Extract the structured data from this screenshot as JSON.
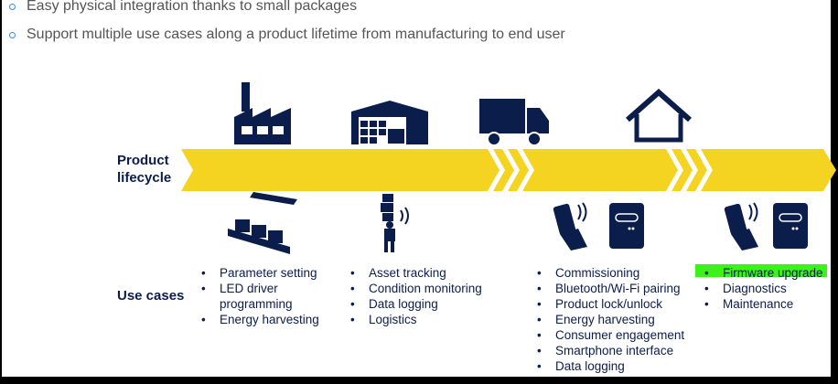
{
  "bullets": [
    "Easy physical integration thanks to small packages",
    "Support multiple use cases along a product lifetime from manufacturing to end user"
  ],
  "lifecycle_label": [
    "Product",
    "lifecycle"
  ],
  "use_cases_label": "Use cases",
  "columns": [
    {
      "stage_icon": "factory-icon",
      "use_icon": "conveyor-icon",
      "items": [
        "Parameter setting",
        "LED driver programming",
        "Energy harvesting"
      ]
    },
    {
      "stage_icon": "warehouse-icon",
      "use_icon": "worker-carrying-boxes-icon",
      "items": [
        "Asset tracking",
        "Condition monitoring",
        "Data logging",
        "Logistics"
      ]
    },
    {
      "stage_icon": "truck-icon",
      "use_icon": "smartphone-device-icon",
      "items": [
        "Commissioning",
        "Bluetooth/Wi-Fi pairing",
        "Product lock/unlock",
        "Energy harvesting",
        "Consumer engagement",
        "Smartphone interface",
        "Data logging"
      ]
    },
    {
      "stage_icon": "house-icon",
      "use_icon": "smartphone-device-icon",
      "items": [
        "Firmware upgrade",
        "Diagnostics",
        "Maintenance"
      ]
    }
  ],
  "colors": {
    "navy": "#0b1d4a",
    "yellow": "#f5d321",
    "highlight": "#3df21a"
  }
}
